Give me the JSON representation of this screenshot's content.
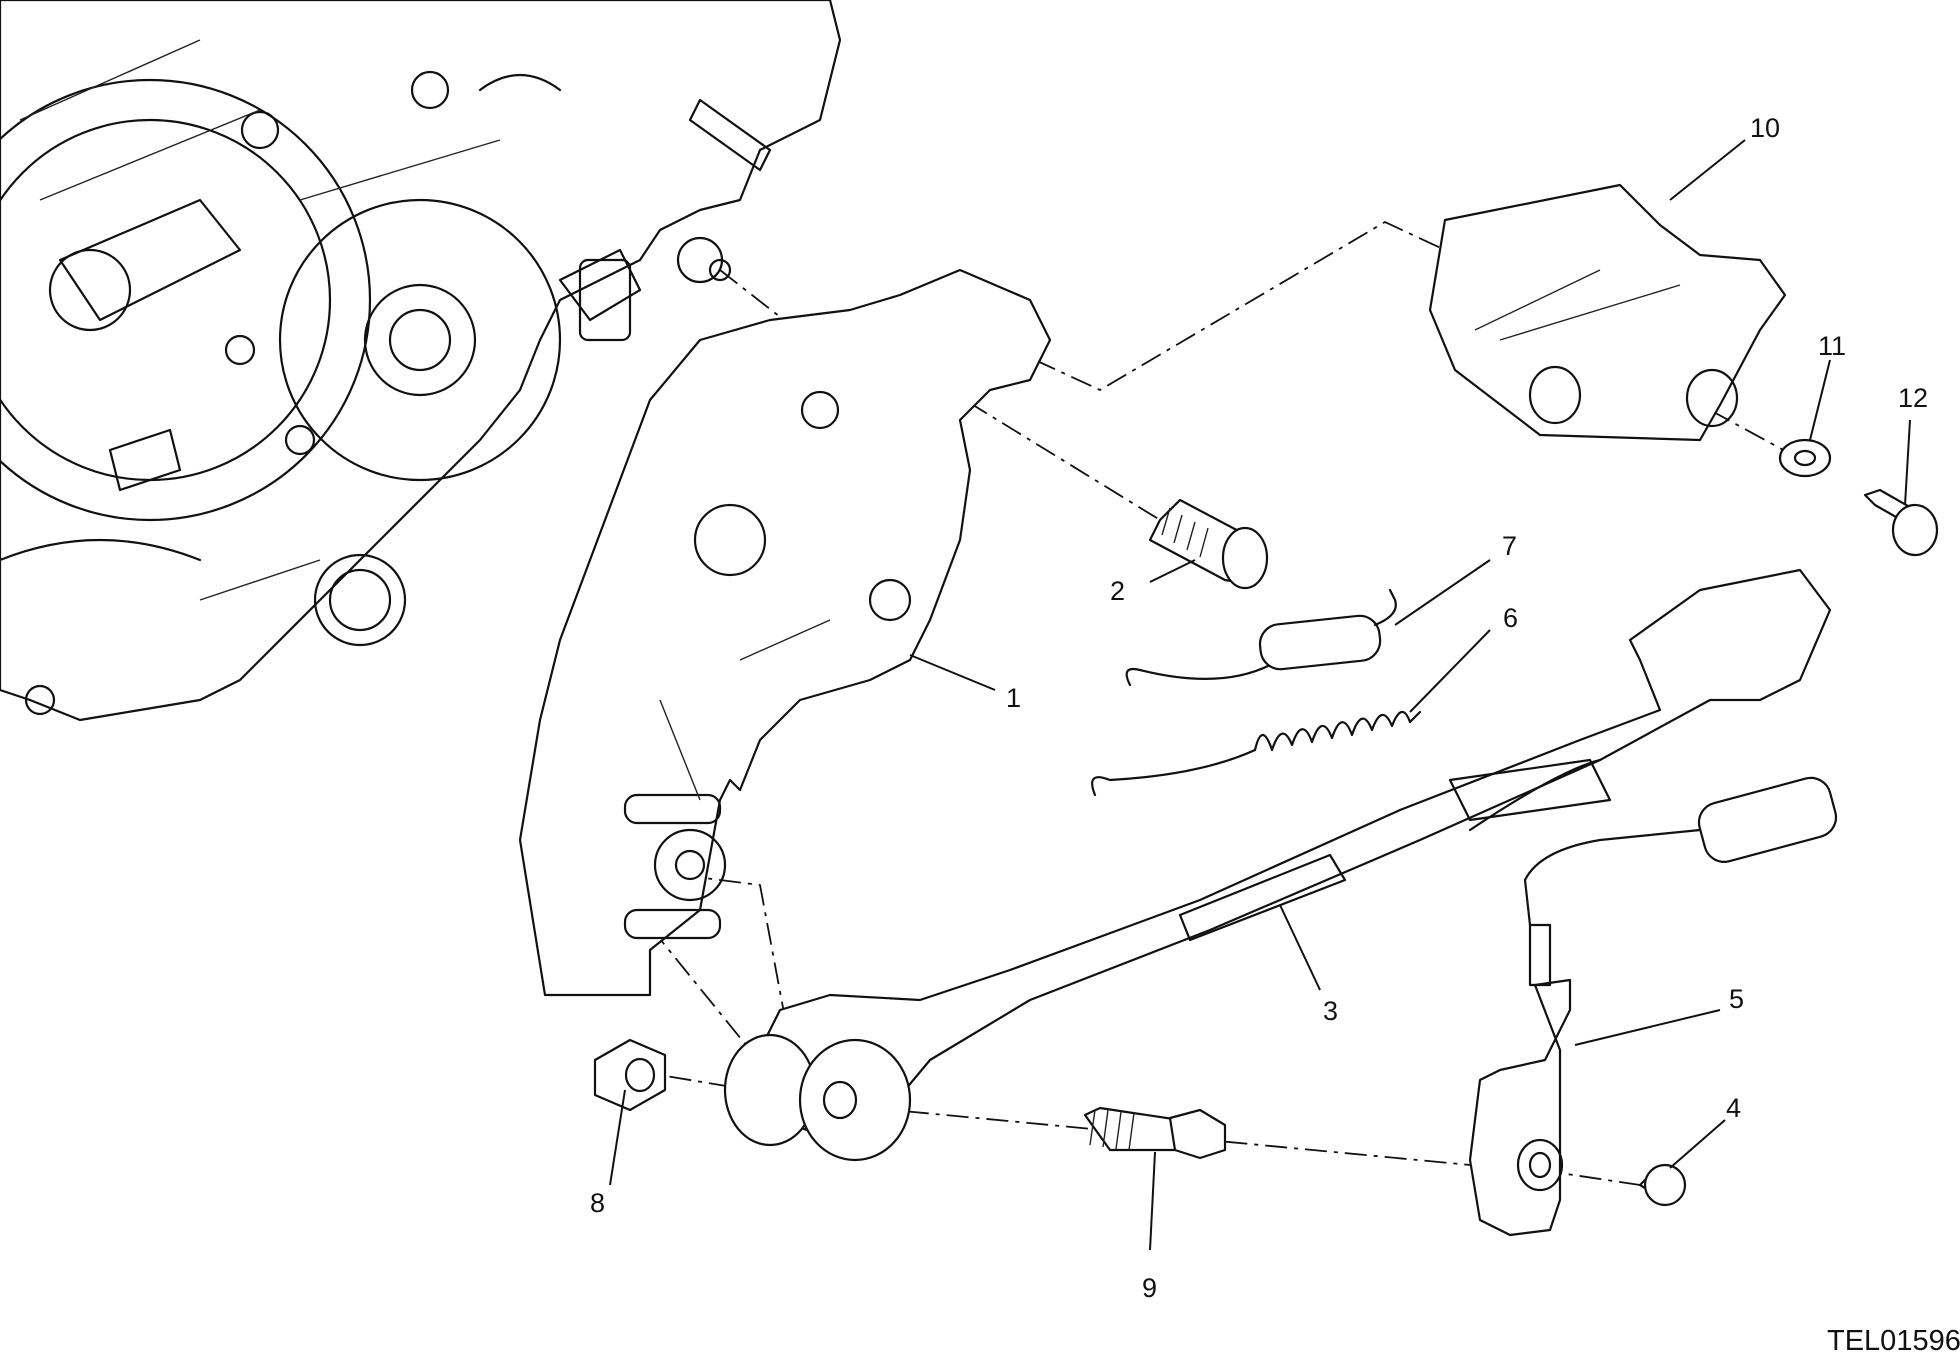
{
  "diagram": {
    "callouts": [
      {
        "id": "c1",
        "label": "1"
      },
      {
        "id": "c2",
        "label": "2"
      },
      {
        "id": "c3",
        "label": "3"
      },
      {
        "id": "c4",
        "label": "4"
      },
      {
        "id": "c5",
        "label": "5"
      },
      {
        "id": "c6",
        "label": "6"
      },
      {
        "id": "c7",
        "label": "7"
      },
      {
        "id": "c8",
        "label": "8"
      },
      {
        "id": "c9",
        "label": "9"
      },
      {
        "id": "c10",
        "label": "10"
      },
      {
        "id": "c11",
        "label": "11"
      },
      {
        "id": "c12",
        "label": "12"
      }
    ],
    "drawing_code": "TEL01596"
  }
}
